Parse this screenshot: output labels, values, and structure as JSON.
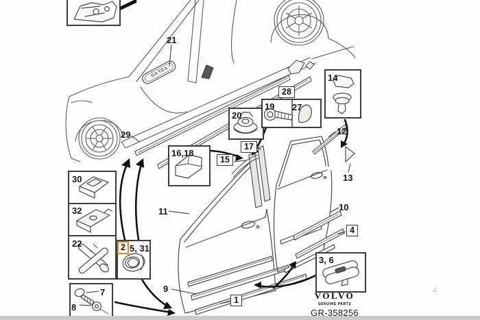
{
  "diagram": {
    "brand": {
      "name": "VOLVO",
      "tagline": "GENUINE PARTS"
    },
    "drawing_number": "GR-358256",
    "sill_plate_text": "VOLVO",
    "highlight": {
      "item": "2",
      "color": "#E8891B"
    },
    "watermark_glyph": "▵",
    "labels": {
      "n1": "1",
      "n2": "2",
      "n3_6": "3, 6",
      "n4": "4",
      "n5_31": "5, 31",
      "n7": "7",
      "n8": "8",
      "n9": "9",
      "n10": "10",
      "n11": "11",
      "n12": "12",
      "n13": "13",
      "n14": "14",
      "n15": "15",
      "n16_18": "16,18",
      "n17": "17",
      "n19": "19",
      "n20": "20",
      "n21": "21",
      "n22": "22",
      "n27": "27",
      "n28": "28",
      "n29": "29",
      "n30": "30",
      "n32": "32"
    }
  }
}
